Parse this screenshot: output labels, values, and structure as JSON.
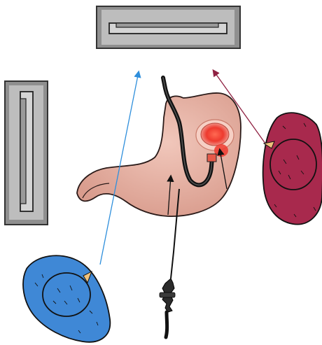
{
  "diagram": {
    "components": [
      {
        "id": "monitor-top",
        "kind": "monitor",
        "color": "#8f8f8f"
      },
      {
        "id": "monitor-left",
        "kind": "monitor",
        "color": "#8f8f8f"
      },
      {
        "id": "stomach",
        "kind": "organ",
        "color": "#e6b1a4"
      },
      {
        "id": "lesion",
        "kind": "lesion",
        "color": "#ee3a2f"
      },
      {
        "id": "endoscope",
        "kind": "instrument",
        "color": "#1e1e1e"
      },
      {
        "id": "person-blue",
        "kind": "operator",
        "color": "#3f88d6"
      },
      {
        "id": "person-red",
        "kind": "operator",
        "color": "#a8294d"
      }
    ],
    "connections": [
      {
        "from": "person-blue",
        "to": "monitor-top",
        "color": "#2f8fdc"
      },
      {
        "from": "person-red",
        "to": "monitor-top",
        "color": "#8f2142"
      }
    ],
    "colors": {
      "monitor_frame": "#8f8f8f",
      "monitor_screen": "#b8b8b8",
      "stomach_fill": "#e6b1a4",
      "lesion": "#ee3a2f",
      "blue_operator": "#3f88d6",
      "red_operator": "#a8294d",
      "blue_arrow": "#2f8fdc",
      "red_arrow": "#8f2142",
      "skin": "#f0c27c"
    }
  }
}
